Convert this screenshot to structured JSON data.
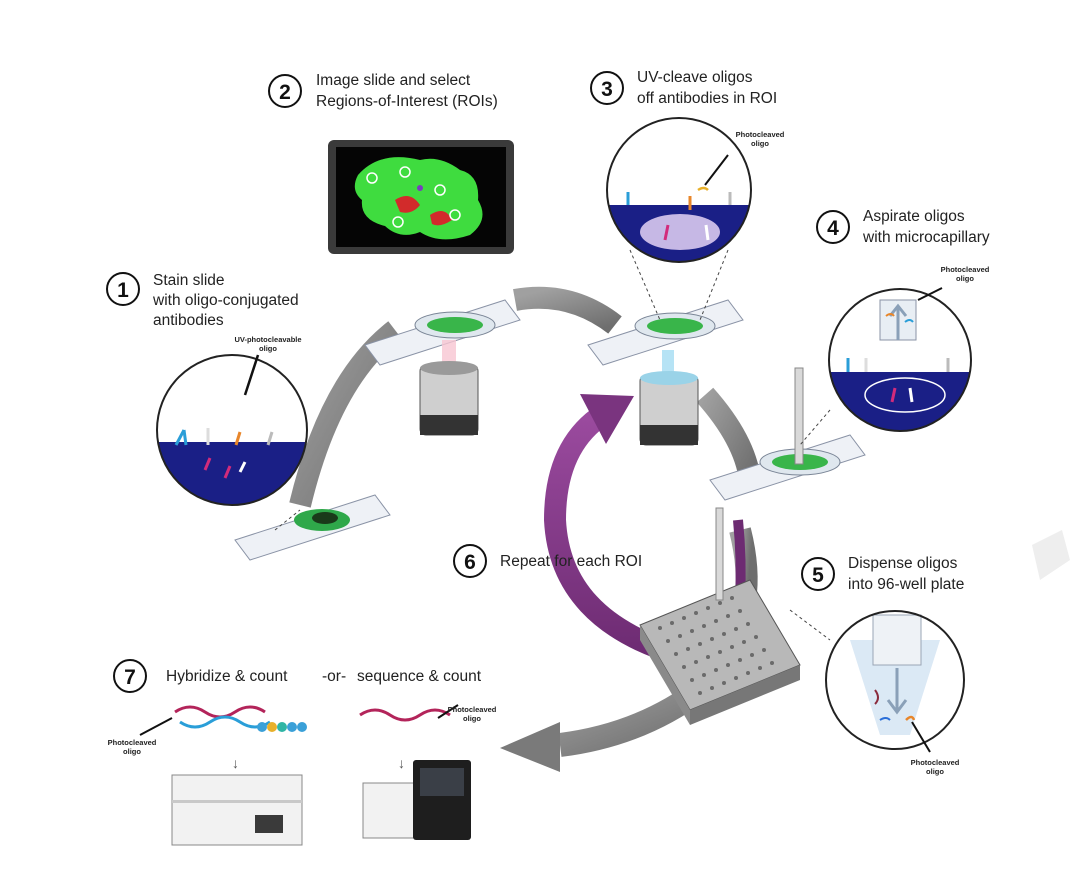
{
  "steps": [
    {
      "number": "1",
      "lines": [
        "Stain slide",
        "with oligo-conjugated",
        "antibodies"
      ]
    },
    {
      "number": "2",
      "lines": [
        "Image slide and select",
        "Regions-of-Interest (ROIs)"
      ]
    },
    {
      "number": "3",
      "lines": [
        "UV-cleave oligos",
        "off antibodies in ROI"
      ]
    },
    {
      "number": "4",
      "lines": [
        "Aspirate oligos",
        "with microcapillary"
      ]
    },
    {
      "number": "5",
      "lines": [
        "Dispense oligos",
        "into 96-well plate"
      ]
    },
    {
      "number": "6",
      "lines": [
        "Repeat for each ROI"
      ]
    },
    {
      "number": "7",
      "text_a": "Hybridize & count",
      "text_or": "-or-",
      "text_b": "sequence & count"
    }
  ],
  "callouts": {
    "uv_photocleavable": [
      "UV-photocleavable",
      "oligo"
    ],
    "photocleaved_3": [
      "Photocleaved",
      "oligo"
    ],
    "photocleaved_4": [
      "Photocleaved",
      "oligo"
    ],
    "photocleaved_5": [
      "Photocleaved",
      "oligo"
    ],
    "photocleaved_7a": [
      "Photocleaved",
      "oligo"
    ],
    "photocleaved_7b": [
      "Photocleaved",
      "oligo"
    ]
  },
  "colors": {
    "tissue_dark_blue": "#1a1f86",
    "tissue_green": "#3fdc3f",
    "cycle_arrow_gray": "#8a8a8a",
    "repeat_arrow_purple": "#8a3c8f",
    "uv_beam": "#b6e3f5"
  }
}
